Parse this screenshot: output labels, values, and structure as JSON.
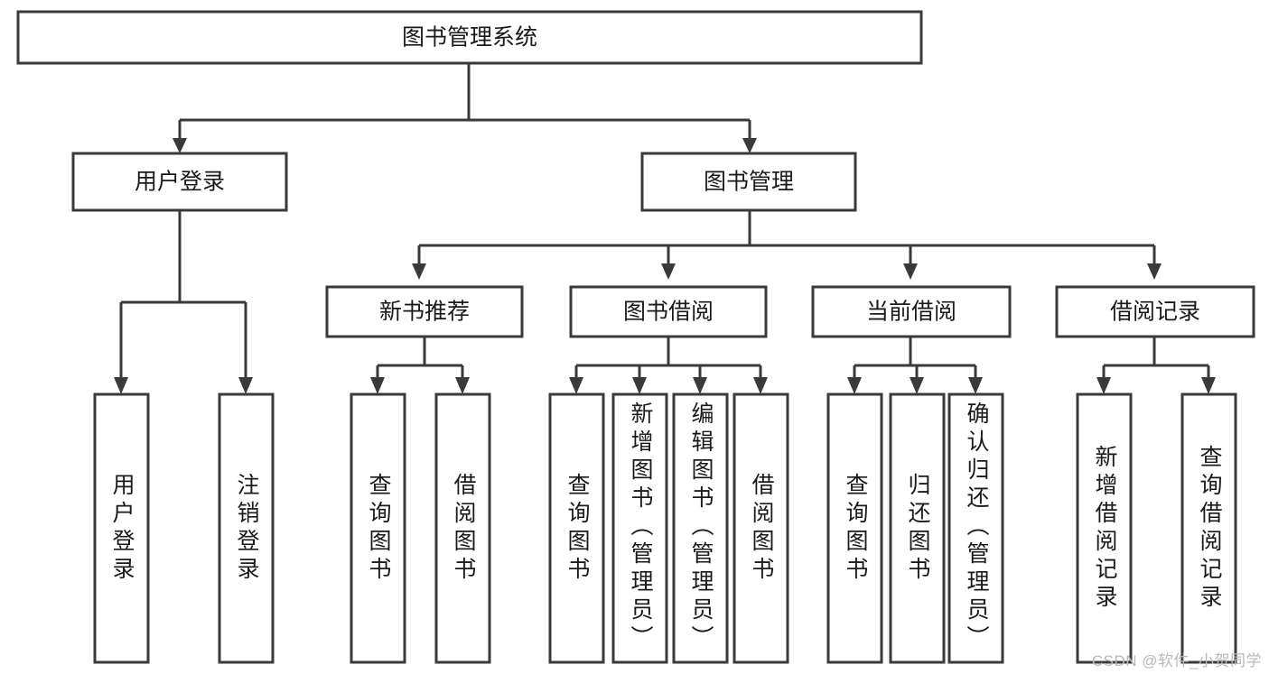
{
  "diagram": {
    "title": "图书管理系统",
    "type": "tree-hierarchy",
    "root": {
      "label": "图书管理系统"
    },
    "level2": [
      {
        "label": "用户登录"
      },
      {
        "label": "图书管理"
      }
    ],
    "level3": [
      {
        "label": "新书推荐"
      },
      {
        "label": "图书借阅"
      },
      {
        "label": "当前借阅"
      },
      {
        "label": "借阅记录"
      }
    ],
    "leaves_user_login": [
      {
        "label": "用户登录"
      },
      {
        "label": "注销登录"
      }
    ],
    "leaves_new_book": [
      {
        "label": "查询图书"
      },
      {
        "label": "借阅图书"
      }
    ],
    "leaves_book_borrow": [
      {
        "label": "查询图书"
      },
      {
        "label": "新增图书（管理员）"
      },
      {
        "label": "编辑图书（管理员）"
      },
      {
        "label": "借阅图书"
      }
    ],
    "leaves_current_borrow": [
      {
        "label": "查询图书"
      },
      {
        "label": "归还图书"
      },
      {
        "label": "确认归还（管理员）"
      }
    ],
    "leaves_borrow_record": [
      {
        "label": "新增借阅记录"
      },
      {
        "label": "查询借阅记录"
      }
    ]
  },
  "watermark": {
    "text": "CSDN @软件_小贺同学"
  },
  "colors": {
    "stroke": "#3a3a3a",
    "fill": "#ffffff",
    "text": "#1a1a1a",
    "watermark": "#b9b9b9"
  }
}
